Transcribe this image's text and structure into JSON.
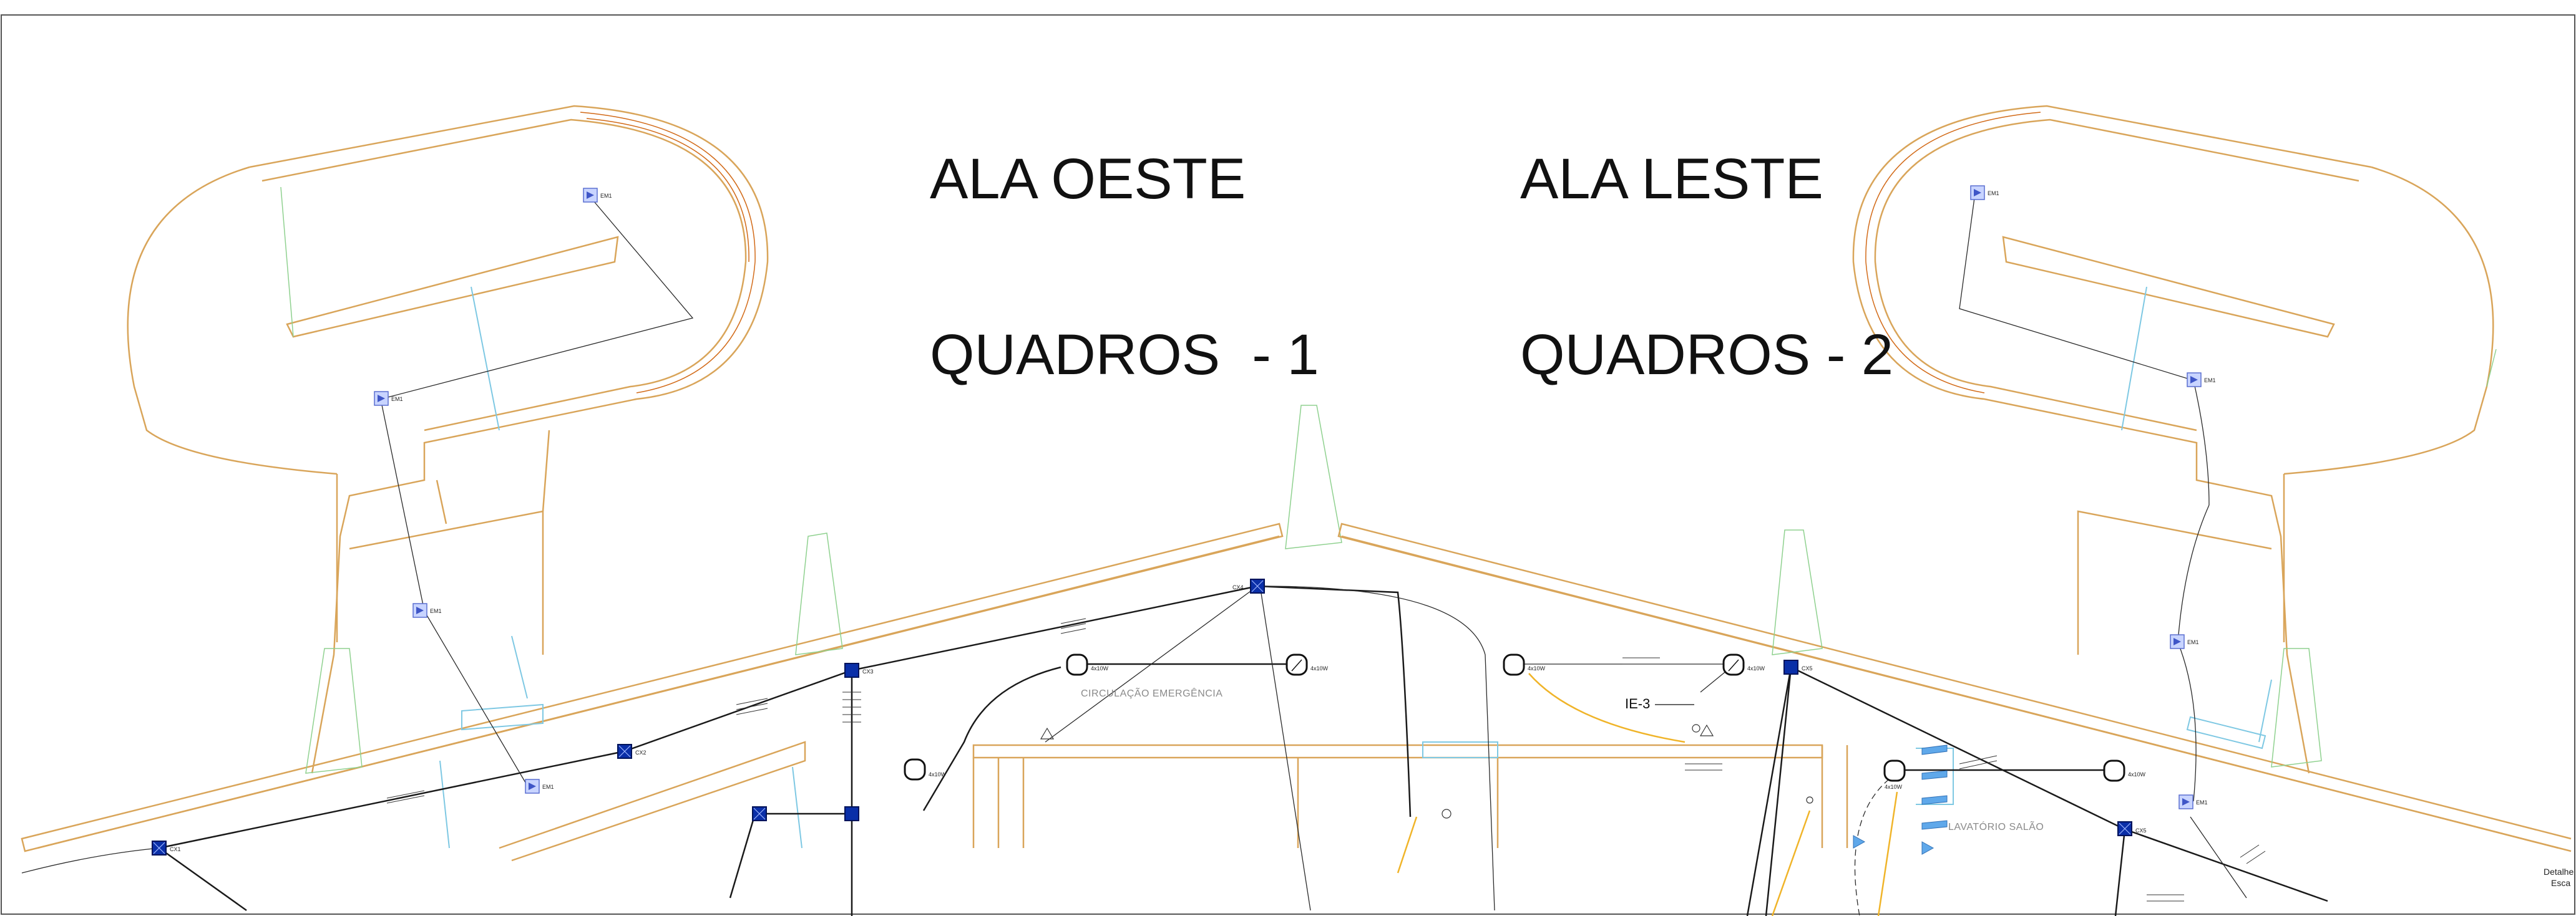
{
  "titles": {
    "west_line1": "ALA OESTE",
    "west_line2": "QUADROS  - 1",
    "east_line1": "ALA LESTE",
    "east_line2": "QUADROS - 2"
  },
  "callouts": {
    "ie3": "IE-3"
  },
  "rooms": {
    "circulation": "CIRCULAÇÃO EMERGÊNCIA",
    "lavatory": "LAVATÓRIO SALÃO"
  },
  "corner_note": {
    "line1": "Detalhe",
    "line2": "Esca"
  },
  "device_labels": {
    "em": "EM1",
    "panel_a": "CX1",
    "panel_b": "CX2",
    "panel_c": "CX3",
    "panel_d": "CX4",
    "panel_e": "CX5",
    "lamp": "4x10W"
  },
  "colors": {
    "wall": "#d9a55a",
    "glazing": "#7ec8e3",
    "landscape": "#8fd18f",
    "wiring": "#1a1a1a",
    "panel": "#0a2fa8",
    "emergency": "#7b93e0",
    "curved_detail": "#d26a18"
  }
}
